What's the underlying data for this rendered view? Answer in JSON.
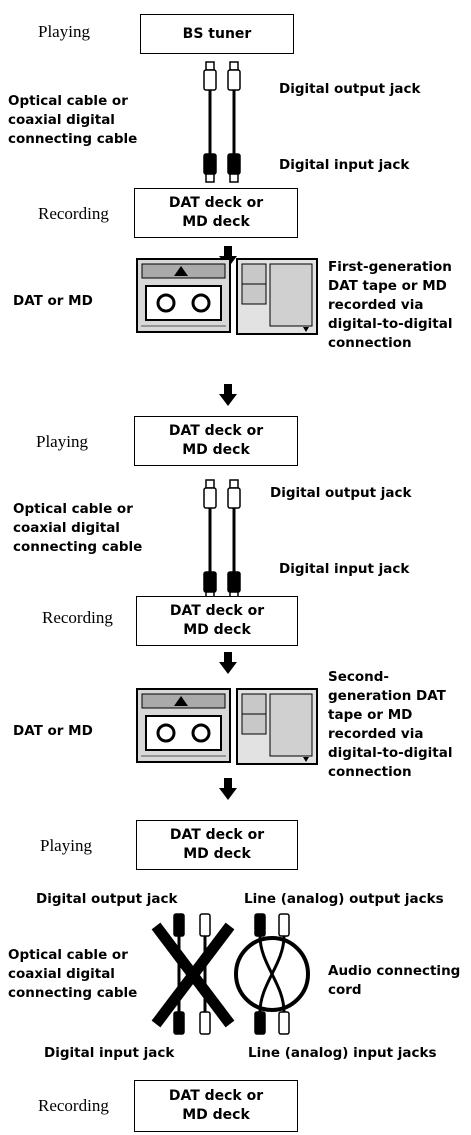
{
  "stage1": {
    "playing_label": "Playing",
    "source_box": "BS tuner",
    "cable_label": "Optical cable or\ncoaxial digital\nconnecting cable",
    "output_jack": "Digital output jack",
    "input_jack": "Digital input jack",
    "recording_label": "Recording",
    "recorder_box": "DAT deck or\nMD deck"
  },
  "media1": {
    "label": "DAT or MD",
    "description": "First-generation\nDAT tape or MD\nrecorded via\ndigital-to-digital\nconnection"
  },
  "stage2": {
    "playing_label": "Playing",
    "source_box": "DAT deck or\nMD deck",
    "cable_label": "Optical cable or\ncoaxial digital\nconnecting cable",
    "output_jack": "Digital output jack",
    "input_jack": "Digital input jack",
    "recording_label": "Recording",
    "recorder_box": "DAT deck or\nMD deck"
  },
  "media2": {
    "label": "DAT or MD",
    "description": "Second-\ngeneration DAT\ntape or MD\nrecorded via\ndigital-to-digital\nconnection"
  },
  "stage3": {
    "playing_label": "Playing",
    "source_box": "DAT deck or\nMD deck",
    "digital_output_jack": "Digital output jack",
    "analog_output_jacks": "Line (analog) output jacks",
    "cable_label": "Optical cable or\ncoaxial digital\nconnecting cable",
    "audio_cord_label": "Audio connecting\ncord",
    "digital_input_jack": "Digital input jack",
    "analog_input_jacks": "Line (analog) input jacks",
    "recording_label": "Recording",
    "recorder_box": "DAT deck or\nMD deck"
  }
}
